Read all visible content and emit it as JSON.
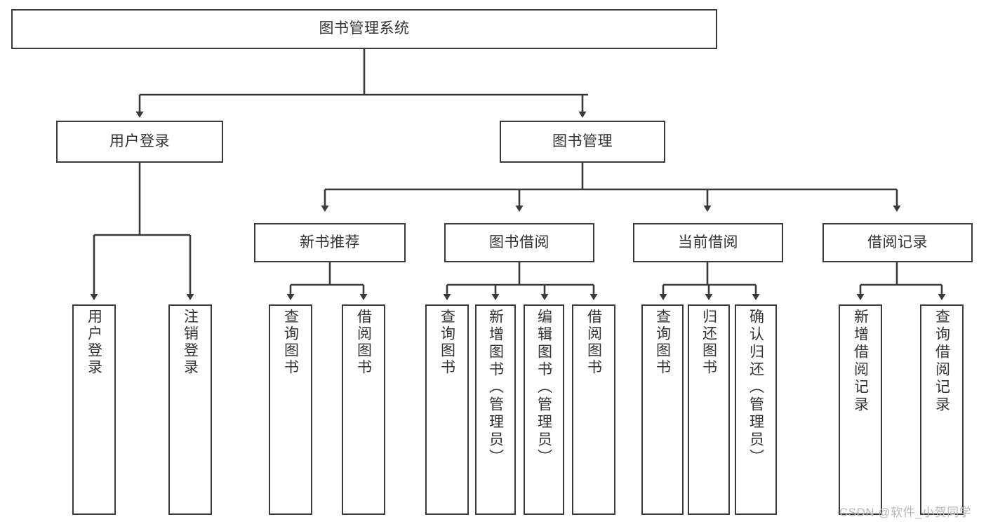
{
  "diagram": {
    "title": "图书管理系统",
    "type": "tree-hierarchy-diagram",
    "colors": {
      "box_border": "#3a3a3a",
      "box_fill": "#ffffff",
      "text": "#333333",
      "edge": "#3a3a3a",
      "background": "#ffffff",
      "watermark": "#b9b9b9"
    },
    "levels": {
      "root": "图书管理系统",
      "level2": [
        "用户登录",
        "图书管理"
      ],
      "level3": [
        "新书推荐",
        "图书借阅",
        "当前借阅",
        "借阅记录"
      ]
    }
  },
  "nodes": {
    "root": {
      "label": "图书管理系统"
    },
    "user_login": {
      "label": "用户登录"
    },
    "book_manage": {
      "label": "图书管理"
    },
    "new_book_rec": {
      "label": "新书推荐"
    },
    "book_borrow": {
      "label": "图书借阅"
    },
    "current_borrow": {
      "label": "当前借阅"
    },
    "borrow_record": {
      "label": "借阅记录"
    },
    "leaf_user_login": {
      "label": "用户登录"
    },
    "leaf_logout": {
      "label": "注销登录"
    },
    "leaf_query_book_1": {
      "label": "查询图书"
    },
    "leaf_borrow_book_1": {
      "label": "借阅图书"
    },
    "leaf_query_book_2": {
      "label": "查询图书"
    },
    "leaf_add_book": {
      "label": "新增图书（管理员）"
    },
    "leaf_edit_book": {
      "label": "编辑图书（管理员）"
    },
    "leaf_borrow_book_2": {
      "label": "借阅图书"
    },
    "leaf_query_book_3": {
      "label": "查询图书"
    },
    "leaf_return_book": {
      "label": "归还图书"
    },
    "leaf_confirm_return": {
      "label": "确认归还（管理员）"
    },
    "leaf_add_record": {
      "label": "新增借阅记录"
    },
    "leaf_query_record": {
      "label": "查询借阅记录"
    }
  },
  "watermark": {
    "text": "CSDN @软件_小贺同学"
  }
}
